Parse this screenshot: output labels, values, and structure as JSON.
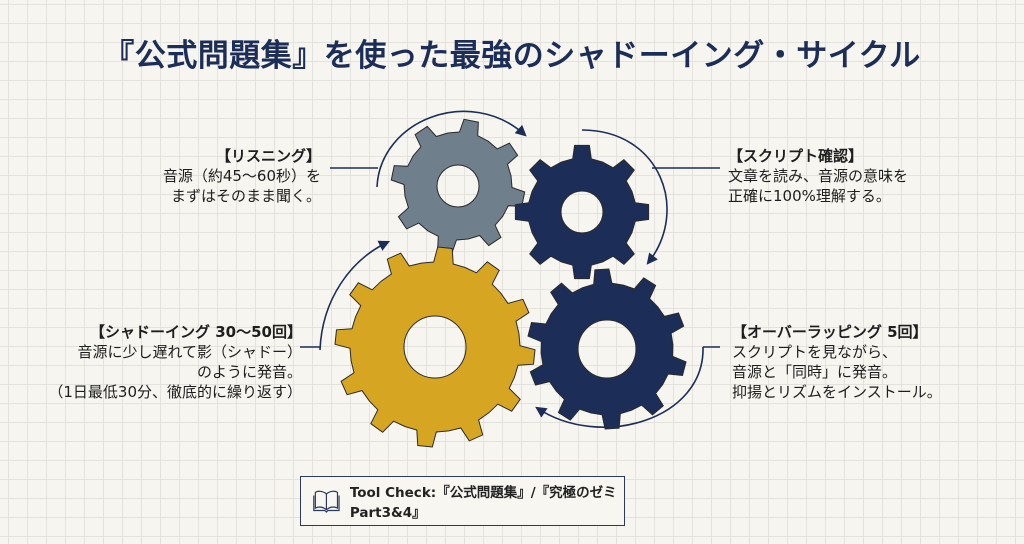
{
  "title": "『公式問題集』を使った最強のシャドーイング・サイクル",
  "steps": {
    "listening": {
      "heading": "【リスニング】",
      "lines": [
        "音源（約45〜60秒）を",
        "まずはそのまま聞く。"
      ]
    },
    "script": {
      "heading": "【スクリプト確認】",
      "lines": [
        "文章を読み、音源の意味を",
        "正確に100%理解する。"
      ]
    },
    "overlapping": {
      "heading": "【オーバーラッピング 5回】",
      "lines": [
        "スクリプトを見ながら、",
        "音源と「同時」に発音。",
        "抑揚とリズムをインストール。"
      ]
    },
    "shadowing": {
      "heading": "【シャドーイング 30〜50回】",
      "lines": [
        "音源に少し遅れて影（シャドー）",
        "のように発音。",
        "（1日最低30分、徹底的に繰り返す）"
      ]
    }
  },
  "tool_check": "Tool Check:『公式問題集』/『究極のゼミ Part3&4』",
  "colors": {
    "navy": "#1c2e57",
    "gray": "#6f7f8c",
    "gold": "#d6a623",
    "background": "#f6f5f0"
  }
}
